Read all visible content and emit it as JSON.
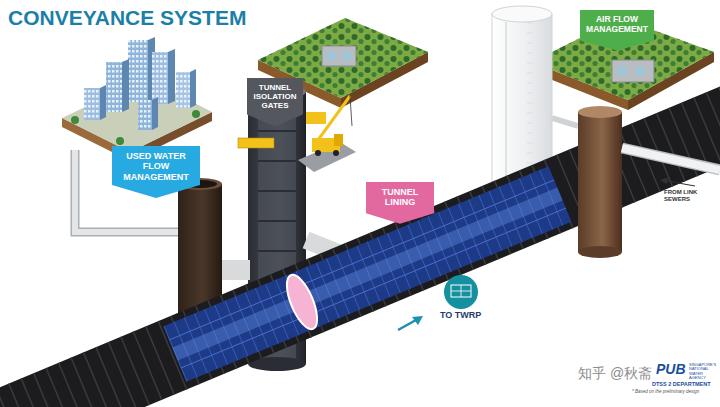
{
  "diagram": {
    "title": "CONVEYANCE SYSTEM",
    "nodes": [
      {
        "text": [
          "USED WATER FLOW MANAGEMENT"
        ]
      },
      {
        "text": [
          "TUNNEL ISOLATION GATES"
        ]
      },
      {
        "text": [
          "TUNNEL LINING"
        ]
      },
      {
        "text": [
          "AIR FLOW MANAGEMENT"
        ]
      }
    ],
    "labels": [
      "FROM LINK SEWERS",
      "TO TWRP",
      "知乎 @秋斋",
      "PUB",
      "SINGAPORE'S NATIONAL WATER AGENCY",
      "DTSS 2 DEPARTMENT",
      "* Based on the preliminary design"
    ]
  }
}
